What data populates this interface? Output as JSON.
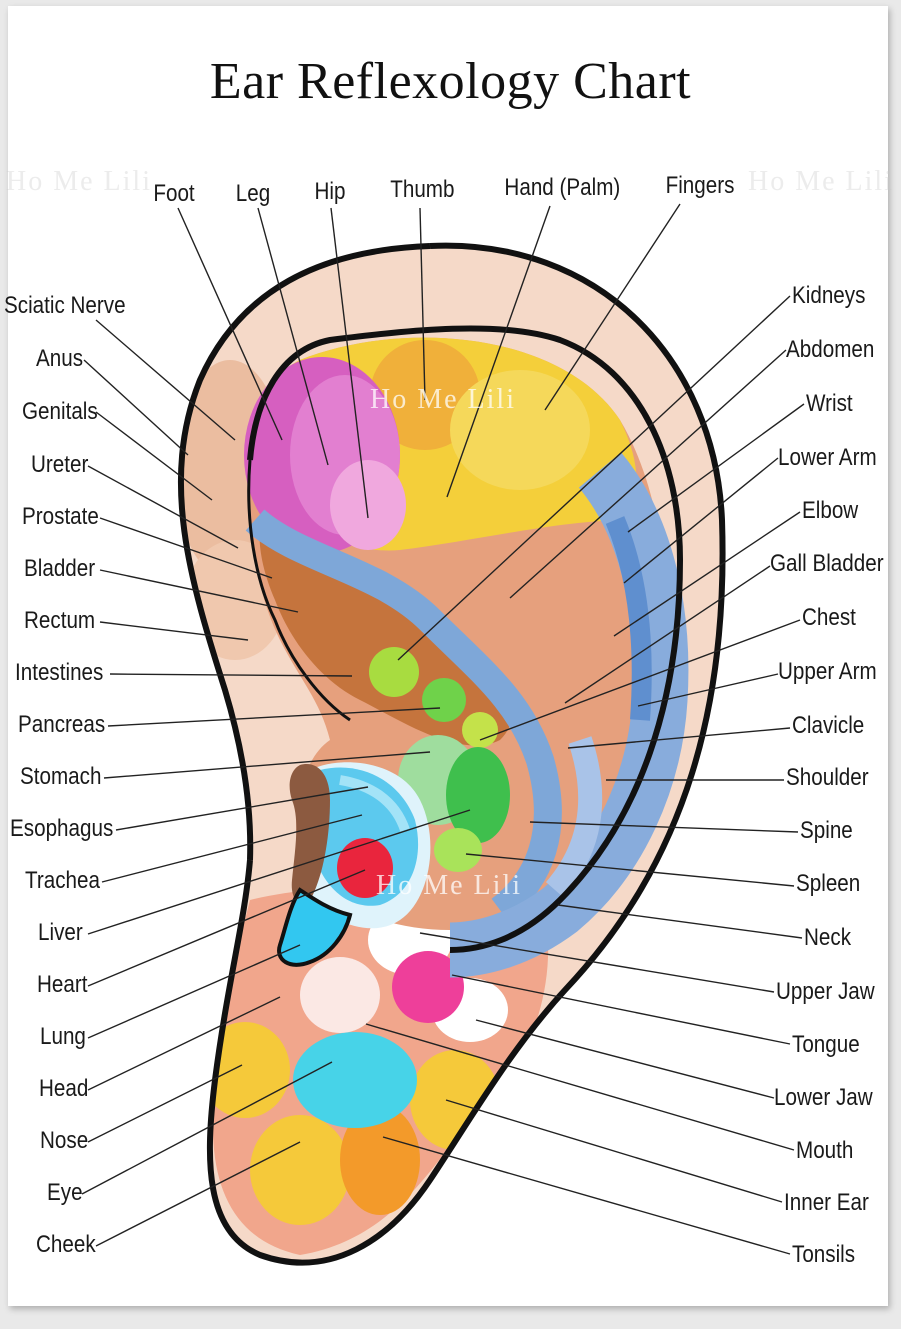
{
  "title": "Ear Reflexology Chart",
  "watermark": "Ho Me Lili",
  "labels": {
    "top": [
      "Foot",
      "Leg",
      "Hip",
      "Thumb",
      "Hand (Palm)",
      "Fingers"
    ],
    "left": [
      "Sciatic Nerve",
      "Anus",
      "Genitals",
      "Ureter",
      "Prostate",
      "Bladder",
      "Rectum",
      "Intestines",
      "Pancreas",
      "Stomach",
      "Esophagus",
      "Trachea",
      "Liver",
      "Heart",
      "Lung",
      "Head",
      "Nose",
      "Eye",
      "Cheek"
    ],
    "right": [
      "Kidneys",
      "Abdomen",
      "Wrist",
      "Lower Arm",
      "Elbow",
      "Gall Bladder",
      "Chest",
      "Upper Arm",
      "Clavicle",
      "Shoulder",
      "Spine",
      "Spleen",
      "Neck",
      "Upper Jaw",
      "Tongue",
      "Lower Jaw",
      "Mouth",
      "Inner Ear",
      "Tonsils"
    ]
  }
}
